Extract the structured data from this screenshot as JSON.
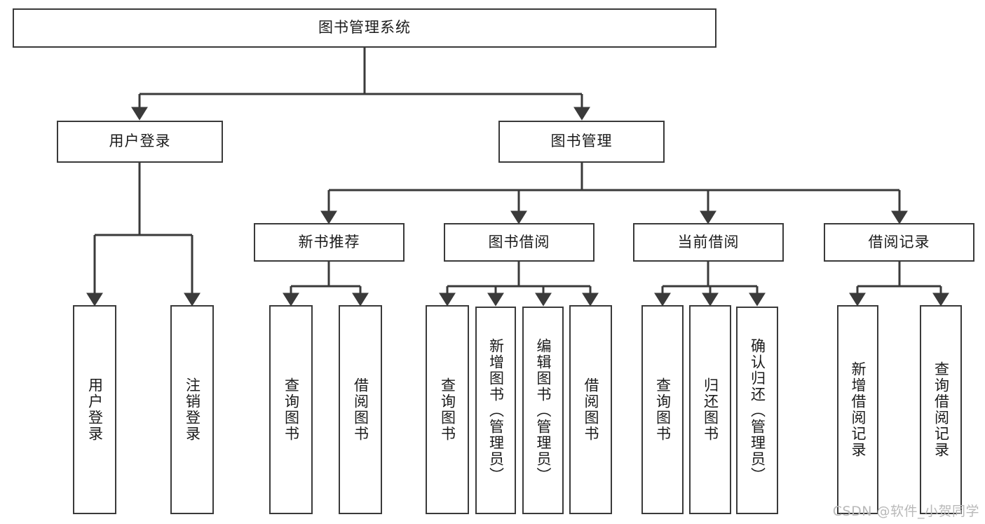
{
  "diagram": {
    "title": "图书管理系统",
    "watermark": "CSDN @软件_小贺同学",
    "colors": {
      "stroke": "#3a3a3a",
      "fill": "#ffffff",
      "text": "#1b1b1b",
      "watermark": "#b9b9b9",
      "background": "#ffffff"
    },
    "root": {
      "label": "图书管理系统"
    },
    "level1": [
      {
        "label": "用户登录"
      },
      {
        "label": "图书管理"
      }
    ],
    "level2": [
      {
        "label": "新书推荐"
      },
      {
        "label": "图书借阅"
      },
      {
        "label": "当前借阅"
      },
      {
        "label": "借阅记录"
      }
    ],
    "leaves": {
      "user_login": [
        {
          "label": "用户登录"
        },
        {
          "label": "注销登录"
        }
      ],
      "new_book": [
        {
          "label": "查询图书"
        },
        {
          "label": "借阅图书"
        }
      ],
      "book_borrow": [
        {
          "label": "查询图书"
        },
        {
          "label": "新增图书（管理员）"
        },
        {
          "label": "编辑图书（管理员）"
        },
        {
          "label": "借阅图书"
        }
      ],
      "current_borrow": [
        {
          "label": "查询图书"
        },
        {
          "label": "归还图书"
        },
        {
          "label": "确认归还（管理员）"
        }
      ],
      "borrow_record": [
        {
          "label": "新增借阅记录"
        },
        {
          "label": "查询借阅记录"
        }
      ]
    }
  }
}
